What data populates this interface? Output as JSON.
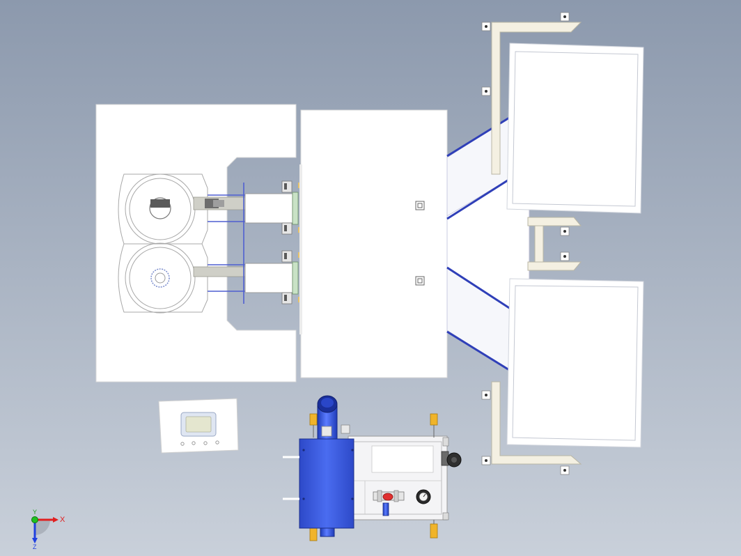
{
  "scene": {
    "background_top": "#8c99ad",
    "background_bottom": "#c9d0da",
    "part_fill": "#ffffff",
    "edge_color": "#9a9a9a",
    "steel_blue": "#3a5bd6",
    "frame_cream": "#f4f0e2",
    "bracket_orange": "#f0b42a"
  },
  "triad": {
    "x_label": "X",
    "y_label": "Y",
    "z_label": "Z",
    "x_color": "#e02020",
    "y_color": "#20c020",
    "z_color": "#2040e0"
  }
}
